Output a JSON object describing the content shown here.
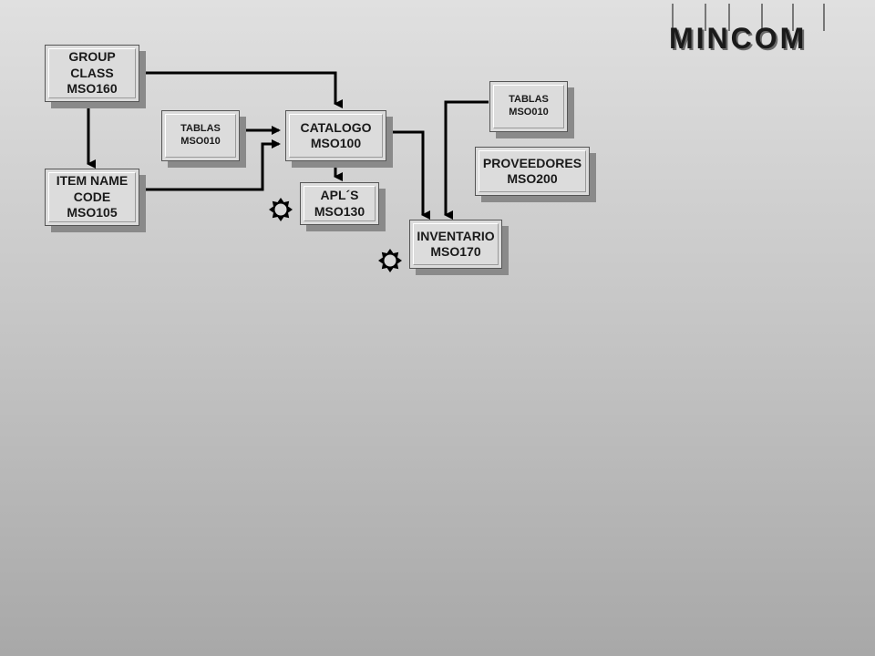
{
  "logo": {
    "text": "MINCOM",
    "letters": [
      "M",
      "I",
      "N",
      "C",
      "O",
      "M"
    ],
    "color": "#1a1a1a",
    "accent": "#6a6a6a"
  },
  "nodes": {
    "group_class": {
      "lines": [
        "GROUP",
        "CLASS",
        "MSO160"
      ]
    },
    "item_name_code": {
      "lines": [
        "ITEM NAME",
        "CODE",
        "MSO105"
      ]
    },
    "tablas_left": {
      "lines": [
        "TABLAS",
        "MSO010"
      ]
    },
    "catalogo": {
      "lines": [
        "CATALOGO",
        "MSO100"
      ]
    },
    "apls": {
      "lines": [
        "APL´S",
        "MSO130"
      ]
    },
    "tablas_right": {
      "lines": [
        "TABLAS",
        "MSO010"
      ]
    },
    "proveedores": {
      "lines": [
        "PROVEEDORES",
        "MSO200"
      ]
    },
    "inventario": {
      "lines": [
        "INVENTARIO",
        "MSO170"
      ]
    }
  },
  "colors": {
    "box_fill": "#dcdcdc",
    "shadow": "#8a8a8a",
    "line": "#000000"
  },
  "icons": [
    "starburst-icon",
    "starburst-icon"
  ]
}
